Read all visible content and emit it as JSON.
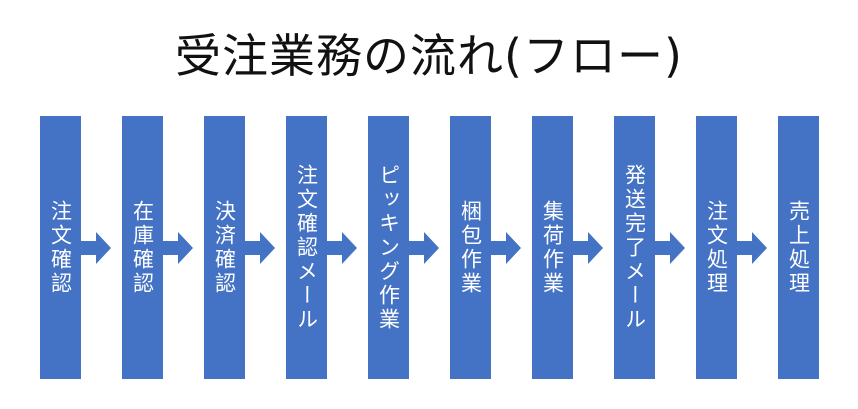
{
  "title": "受注業務の流れ(フロー)",
  "steps": [
    {
      "label": "注文確認"
    },
    {
      "label": "在庫確認"
    },
    {
      "label": "決済確認"
    },
    {
      "label": "注文確認メール"
    },
    {
      "label": "ピッキング作業"
    },
    {
      "label": "梱包作業"
    },
    {
      "label": "集荷作業"
    },
    {
      "label": "発送完了メール"
    },
    {
      "label": "注文処理"
    },
    {
      "label": "売上処理"
    }
  ],
  "colors": {
    "box": "#4472c4",
    "text": "#ffffff"
  },
  "icons": {
    "connector": "arrow-right-icon"
  }
}
